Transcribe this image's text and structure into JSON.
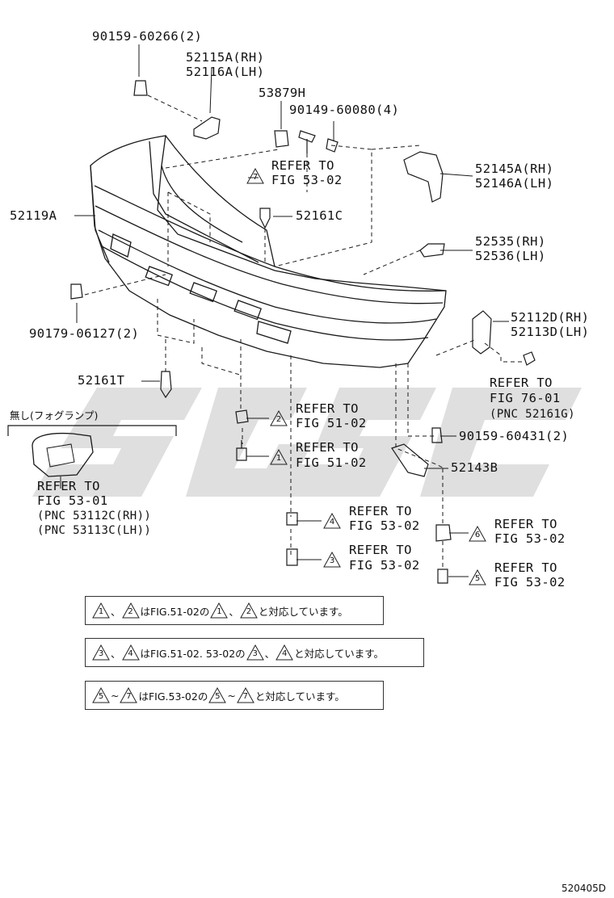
{
  "part_labels": {
    "p90159_60266": "90159-60266(2)",
    "p52115a": "52115A(RH)",
    "p52116a": "52116A(LH)",
    "p53879h": "53879H",
    "p90149_60080": "90149-60080(4)",
    "refer7_a": "REFER TO",
    "refer7_b": "FIG 53-02",
    "p52145a": "52145A(RH)",
    "p52146a": "52146A(LH)",
    "p52119a": "52119A",
    "p52161c": "52161C",
    "p52535": "52535(RH)",
    "p52536": "52536(LH)",
    "p90179_06127": "90179-06127(2)",
    "p52112d": "52112D(RH)",
    "p52113d": "52113D(LH)",
    "p52161t": "52161T",
    "refer76_a": "REFER TO",
    "refer76_b": "FIG 76-01",
    "refer76_c": "(PNC 52161G)",
    "refer2_a": "REFER TO",
    "refer2_b": "FIG 51-02",
    "refer1_a": "REFER TO",
    "refer1_b": "FIG 51-02",
    "p90159_60431": "90159-60431(2)",
    "p52143b": "52143B",
    "refer53_01_a": "REFER TO",
    "refer53_01_b": "FIG 53-01",
    "refer53_01_c": "(PNC 53112C(RH))",
    "refer53_01_d": "(PNC 53113C(LH))",
    "refer4_a": "REFER TO",
    "refer4_b": "FIG 53-02",
    "refer6_a": "REFER TO",
    "refer6_b": "FIG 53-02",
    "refer3_a": "REFER TO",
    "refer3_b": "FIG 53-02",
    "refer5_a": "REFER TO",
    "refer5_b": "FIG 53-02"
  },
  "triangles": {
    "t1": "1",
    "t2": "2",
    "t3": "3",
    "t4": "4",
    "t5": "5",
    "t6": "6",
    "t7": "7"
  },
  "fog_bracket_title": "無し(フォグランプ)",
  "notes": {
    "n1": {
      "a": "1",
      "sep": "、",
      "b": "2",
      "mid": "はFIG.51-02の",
      "c": "1",
      "sep2": "、",
      "d": "2",
      "end": "と対応しています。"
    },
    "n2": {
      "a": "3",
      "sep": "、",
      "b": "4",
      "mid": "はFIG.51-02. 53-02の",
      "c": "3",
      "sep2": "、",
      "d": "4",
      "end": "と対応しています。"
    },
    "n3": {
      "a": "5",
      "sep": "~",
      "b": "7",
      "mid": "はFIG.53-02の",
      "c": "5",
      "sep2": "~",
      "d": "7",
      "end": "と対応しています。"
    }
  },
  "figure_code": "520405D",
  "watermark_color": "#d9d9d9"
}
